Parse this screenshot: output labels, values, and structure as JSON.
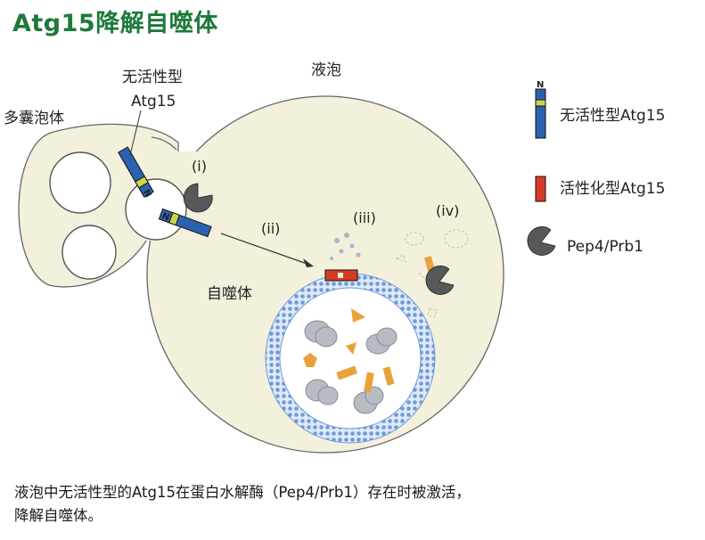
{
  "title": "Atg15降解自噬体",
  "labels": {
    "vacuole": "液泡",
    "mvb": "多囊泡体",
    "inactive_atg15_line1": "无活性型",
    "inactive_atg15_line2": "Atg15",
    "autophagosome": "自噬体",
    "step_i": "(i)",
    "step_ii": "(ii)",
    "step_iii": "(iii)",
    "step_iv": "(iv)",
    "n_terminus": "N"
  },
  "legend": [
    {
      "label": "无活性型Atg15",
      "icon": "inactive-atg15-bar-icon"
    },
    {
      "label": "活性化型Atg15",
      "icon": "active-atg15-bar-icon"
    },
    {
      "label": "Pep4/Prb1",
      "icon": "pep4-prb1-pacman-icon"
    }
  ],
  "caption": {
    "line1": "液泡中无活性型的Atg15在蛋白水解酶（Pep4/Prb1）存在时被激活，",
    "line2": "降解自噬体。"
  },
  "colors": {
    "title": "#1d7a3a",
    "cell_fill": "#f3f0dc",
    "cell_stroke": "#666666",
    "atg15_inactive": "#2b62b0",
    "atg15_tag": "#cfd44a",
    "atg15_active": "#d63b26",
    "protease": "#56585a",
    "membrane": "#6f9ad8",
    "cargo": "#e9a23a",
    "cargo_gray": "#b7bcc4"
  }
}
